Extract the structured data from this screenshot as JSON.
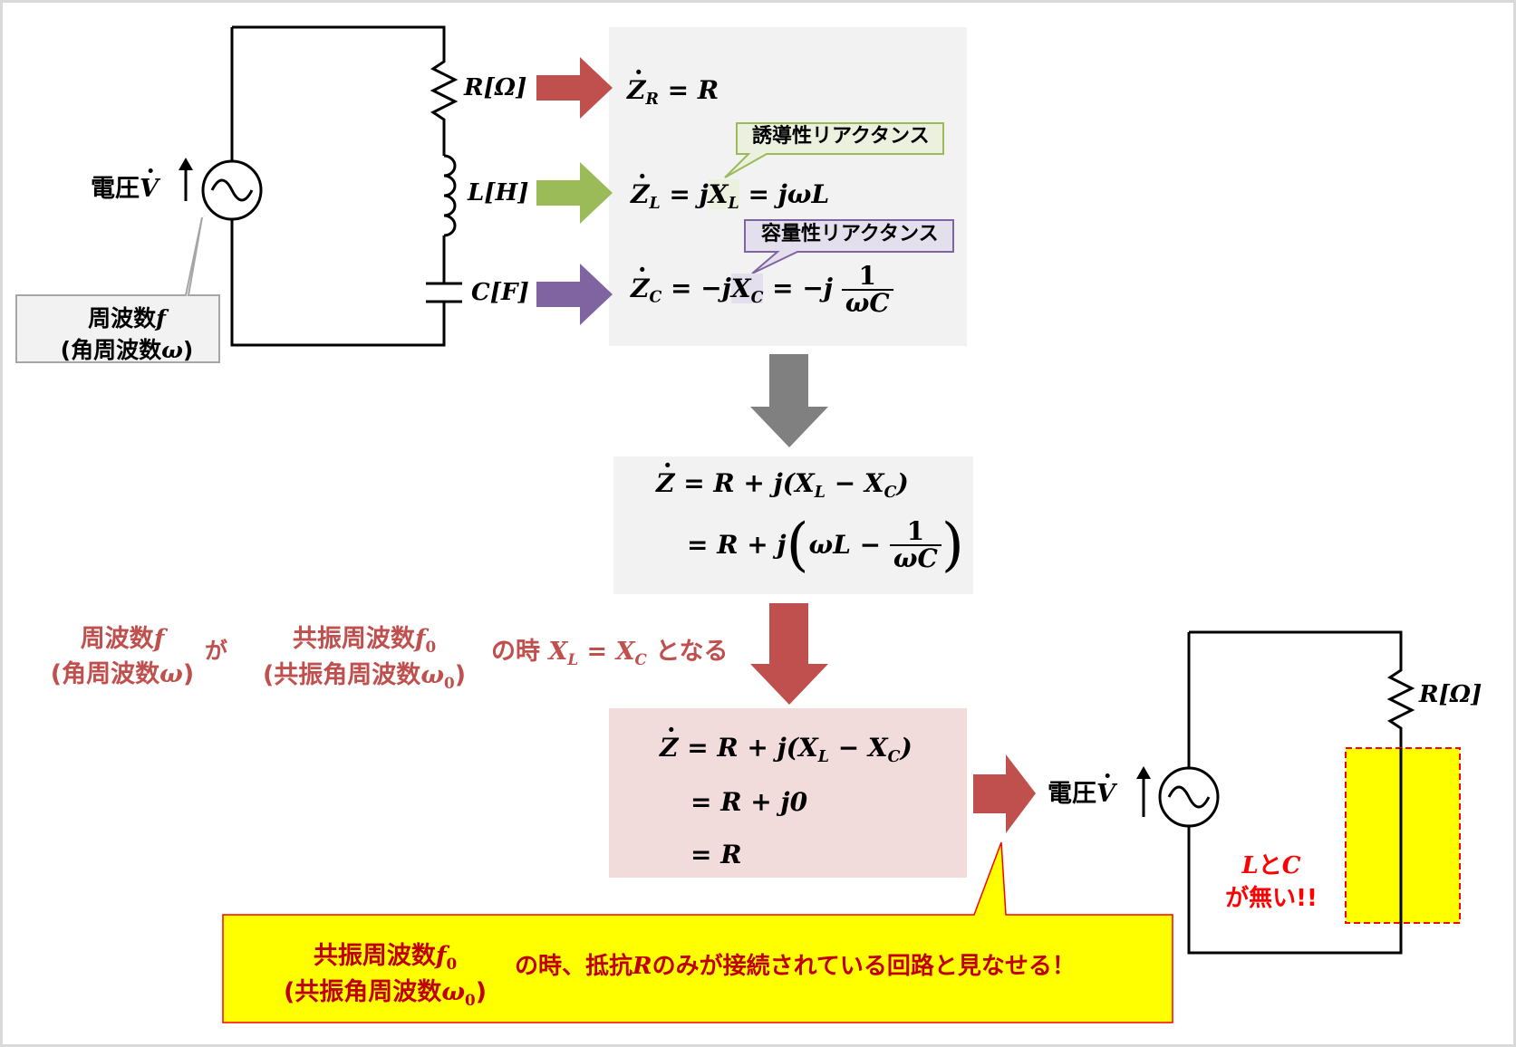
{
  "colors": {
    "resistor_arrow": "#c0504d",
    "inductor_arrow": "#9bbb59",
    "capacitor_arrow": "#8064a2",
    "flow_arrow": "#808080",
    "result_box_bg": "#f2dcdb",
    "gray_box_bg": "#f2f2f2",
    "note_bg": "#ffff00",
    "resonance_text": "#c0504d",
    "emphasis_red": "#ff0000"
  },
  "left_circuit": {
    "voltage_label": "電圧",
    "voltage_symbol": "V",
    "resistor_label": "R[Ω]",
    "inductor_label": "L[H]",
    "capacitor_label": "C[F]",
    "callout_line1": "周波数",
    "callout_line1_sym": "f",
    "callout_line2_open": "(角周波数",
    "callout_line2_sym": "ω",
    "callout_line2_close": ")"
  },
  "impedance_box": {
    "zr_lhs": "Z",
    "zr_sub": "R",
    "zr_rhs": " = R",
    "zl_lhs": "Z",
    "zl_sub": "L",
    "zl_eq1": " = j",
    "zl_x": "X",
    "zl_xsub": "L",
    "zl_rhs": " = jωL",
    "zc_lhs": "Z",
    "zc_sub": "C",
    "zc_eq1": " = −j",
    "zc_x": "X",
    "zc_xsub": "C",
    "zc_eq2": " = −j ",
    "zc_num": "1",
    "zc_den": "ωC",
    "inductive_label": "誘導性リアクタンス",
    "capacitive_label": "容量性リアクタンス"
  },
  "sum_box": {
    "line1_lhs": "Z",
    "line1_rhs": " = R + j(X",
    "line1_sub1": "L",
    "line1_mid": " − X",
    "line1_sub2": "C",
    "line1_end": ")",
    "line2_start": "= R + j",
    "line2_inner": "ωL − ",
    "line2_num": "1",
    "line2_den": "ωC"
  },
  "resonance_condition": {
    "left_line1": "周波数",
    "left_line1_sym": "f",
    "left_line2_open": "(角周波数",
    "left_line2_sym": "ω",
    "left_line2_close": ")",
    "ga": "が",
    "mid_line1": "共振周波数",
    "mid_line1_sym": "f",
    "mid_line1_sub": "0",
    "mid_line2_open": "(共振角周波数",
    "mid_line2_sym": "ω",
    "mid_line2_sub": "0",
    "mid_line2_close": ")",
    "no_toki": "の時 ",
    "xl": "X",
    "xl_sub": "L",
    "eq": " = ",
    "xc": "X",
    "xc_sub": "C",
    "tonaru": " となる"
  },
  "result_box": {
    "line1_lhs": "Z",
    "line1_rhs": " = R + j(X",
    "line1_sub1": "L",
    "line1_mid": " − X",
    "line1_sub2": "C",
    "line1_end": ")",
    "line2": "= R + j0",
    "line3": "= R"
  },
  "right_circuit": {
    "voltage_label": "電圧",
    "voltage_symbol": "V",
    "resistor_label": "R[Ω]",
    "no_lc_sym1": "L",
    "no_lc_to": "と",
    "no_lc_sym2": "C",
    "no_lc_line2": "が無い!!"
  },
  "note": {
    "line1": "共振周波数",
    "line1_sym": "f",
    "line1_sub": "0",
    "line2_open": "(共振角周波数",
    "line2_sym": "ω",
    "line2_sub": "0",
    "line2_close": ")",
    "main_pre": "の時、抵抗",
    "main_sym": "R",
    "main_post": "のみが接続されている回路と見なせる！"
  }
}
